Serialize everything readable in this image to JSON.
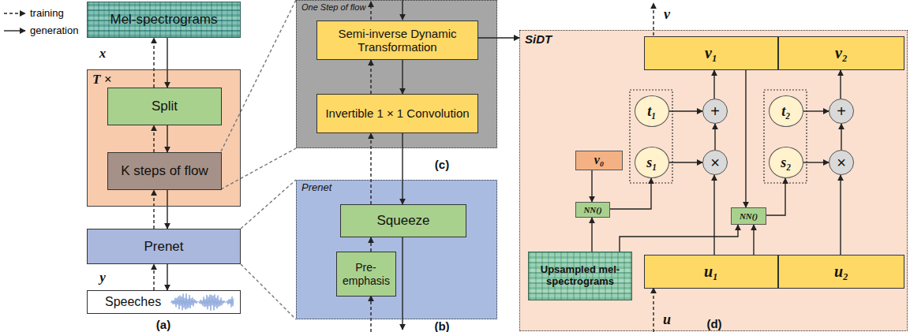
{
  "diagram": {
    "nodes": [
      {
        "text": [
          "Mel-spectrograms"
        ]
      },
      {
        "text": [
          "T ×"
        ]
      },
      {
        "text": [
          "Split"
        ],
        "in": 1
      },
      {
        "text": [
          "K steps of flow"
        ],
        "in": 1
      },
      {
        "text": [
          "Prenet"
        ]
      },
      {
        "text": [
          "Speeches"
        ]
      },
      {
        "text": [
          "One Step of flow"
        ]
      },
      {
        "text": [
          "Semi-inverse Dynamic Transformation"
        ],
        "in": 6
      },
      {
        "text": [
          "Invertible 1 × 1 Convolution"
        ],
        "in": 6
      },
      {
        "text": [
          "Prenet"
        ]
      },
      {
        "text": [
          "Squeeze"
        ],
        "in": 9
      },
      {
        "text": [
          "Pre-emphasis"
        ],
        "in": 9
      },
      {
        "text": [
          "SiDT"
        ]
      },
      {
        "text": [
          "v₁"
        ],
        "in": 12
      },
      {
        "text": [
          "v₂"
        ],
        "in": 12
      },
      {
        "text": [
          "t₁"
        ],
        "in": 12
      },
      {
        "text": [
          "s₁"
        ],
        "in": 12
      },
      {
        "text": [
          "+"
        ],
        "in": 12
      },
      {
        "text": [
          "×"
        ],
        "in": 12
      },
      {
        "text": [
          "t₂"
        ],
        "in": 12
      },
      {
        "text": [
          "s₂"
        ],
        "in": 12
      },
      {
        "text": [
          "+"
        ],
        "in": 12
      },
      {
        "text": [
          "×"
        ],
        "in": 12
      },
      {
        "text": [
          "v₀"
        ],
        "in": 12
      },
      {
        "text": [
          "NN()"
        ],
        "in": 12
      },
      {
        "text": [
          "NN()"
        ],
        "in": 12
      },
      {
        "text": [
          "Upsampled mel-spectrograms"
        ],
        "in": 12
      },
      {
        "text": [
          "u₁"
        ],
        "in": 12
      },
      {
        "text": [
          "u₂"
        ],
        "in": 12
      }
    ],
    "edges": [
      {
        "from": 2,
        "to": 0,
        "arrow": "to"
      },
      {
        "from": 0,
        "to": 2,
        "arrow": "to"
      },
      {
        "from": 3,
        "to": 2,
        "arrow": "to"
      },
      {
        "from": 2,
        "to": 3,
        "arrow": "to"
      },
      {
        "from": 4,
        "to": 3,
        "arrow": "to"
      },
      {
        "from": 3,
        "to": 4,
        "arrow": "to"
      },
      {
        "from": 5,
        "to": 4,
        "arrow": "to"
      },
      {
        "from": 4,
        "to": 5,
        "arrow": "to"
      },
      {
        "from": 8,
        "to": 7,
        "arrow": "to"
      },
      {
        "from": 7,
        "to": 8,
        "arrow": "to"
      },
      {
        "from": 10,
        "to": 8,
        "arrow": "to"
      },
      {
        "from": 8,
        "to": 10,
        "arrow": "to"
      },
      {
        "from": 11,
        "to": 10,
        "arrow": "to"
      },
      {
        "from": 7,
        "to": 12,
        "arrow": "to"
      },
      {
        "from": 23,
        "to": 24,
        "arrow": "to"
      },
      {
        "from": 26,
        "to": 24,
        "arrow": "to"
      },
      {
        "from": 26,
        "to": 25,
        "arrow": "to"
      },
      {
        "from": 24,
        "to": 16,
        "arrow": "to"
      },
      {
        "from": 27,
        "to": 25,
        "arrow": "to"
      },
      {
        "from": 13,
        "to": 25,
        "arrow": "to"
      },
      {
        "from": 25,
        "to": 20,
        "arrow": "to"
      },
      {
        "from": 15,
        "to": 17,
        "arrow": "to"
      },
      {
        "from": 16,
        "to": 18,
        "arrow": "to"
      },
      {
        "from": 27,
        "to": 18,
        "arrow": "to"
      },
      {
        "from": 18,
        "to": 17,
        "arrow": "to"
      },
      {
        "from": 17,
        "to": 13,
        "arrow": "to"
      },
      {
        "from": 19,
        "to": 21,
        "arrow": "to"
      },
      {
        "from": 20,
        "to": 22,
        "arrow": "to"
      },
      {
        "from": 28,
        "to": 22,
        "arrow": "to"
      },
      {
        "from": 22,
        "to": 21,
        "arrow": "to"
      },
      {
        "from": 21,
        "to": 14,
        "arrow": "to"
      }
    ],
    "labels": [
      "x",
      "y",
      "(a)",
      "(b)",
      "(c)",
      "(d)",
      "v",
      "u"
    ],
    "legend": [
      {
        "text": "training"
      },
      {
        "text": "generation"
      }
    ]
  }
}
